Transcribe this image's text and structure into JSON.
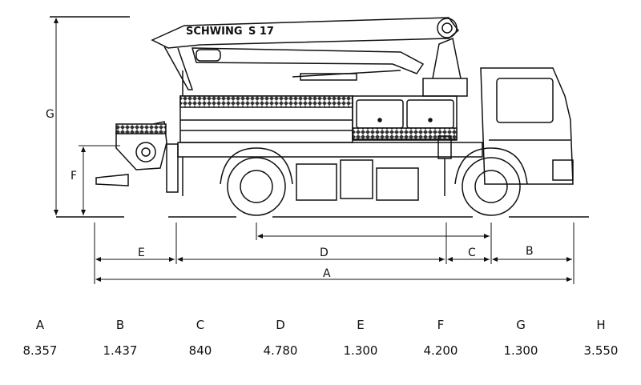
{
  "truck": {
    "brand": "SCHWING",
    "model": "S 17"
  },
  "dimension_labels": {
    "A": "A",
    "B": "B",
    "C": "C",
    "D": "D",
    "E": "E",
    "F": "F",
    "G": "G"
  },
  "spec_table": {
    "headers": [
      "A",
      "B",
      "C",
      "D",
      "E",
      "F",
      "G",
      "H"
    ],
    "values": [
      "8.357",
      "1.437",
      "840",
      "4.780",
      "1.300",
      "4.200",
      "1.300",
      "3.550"
    ]
  }
}
